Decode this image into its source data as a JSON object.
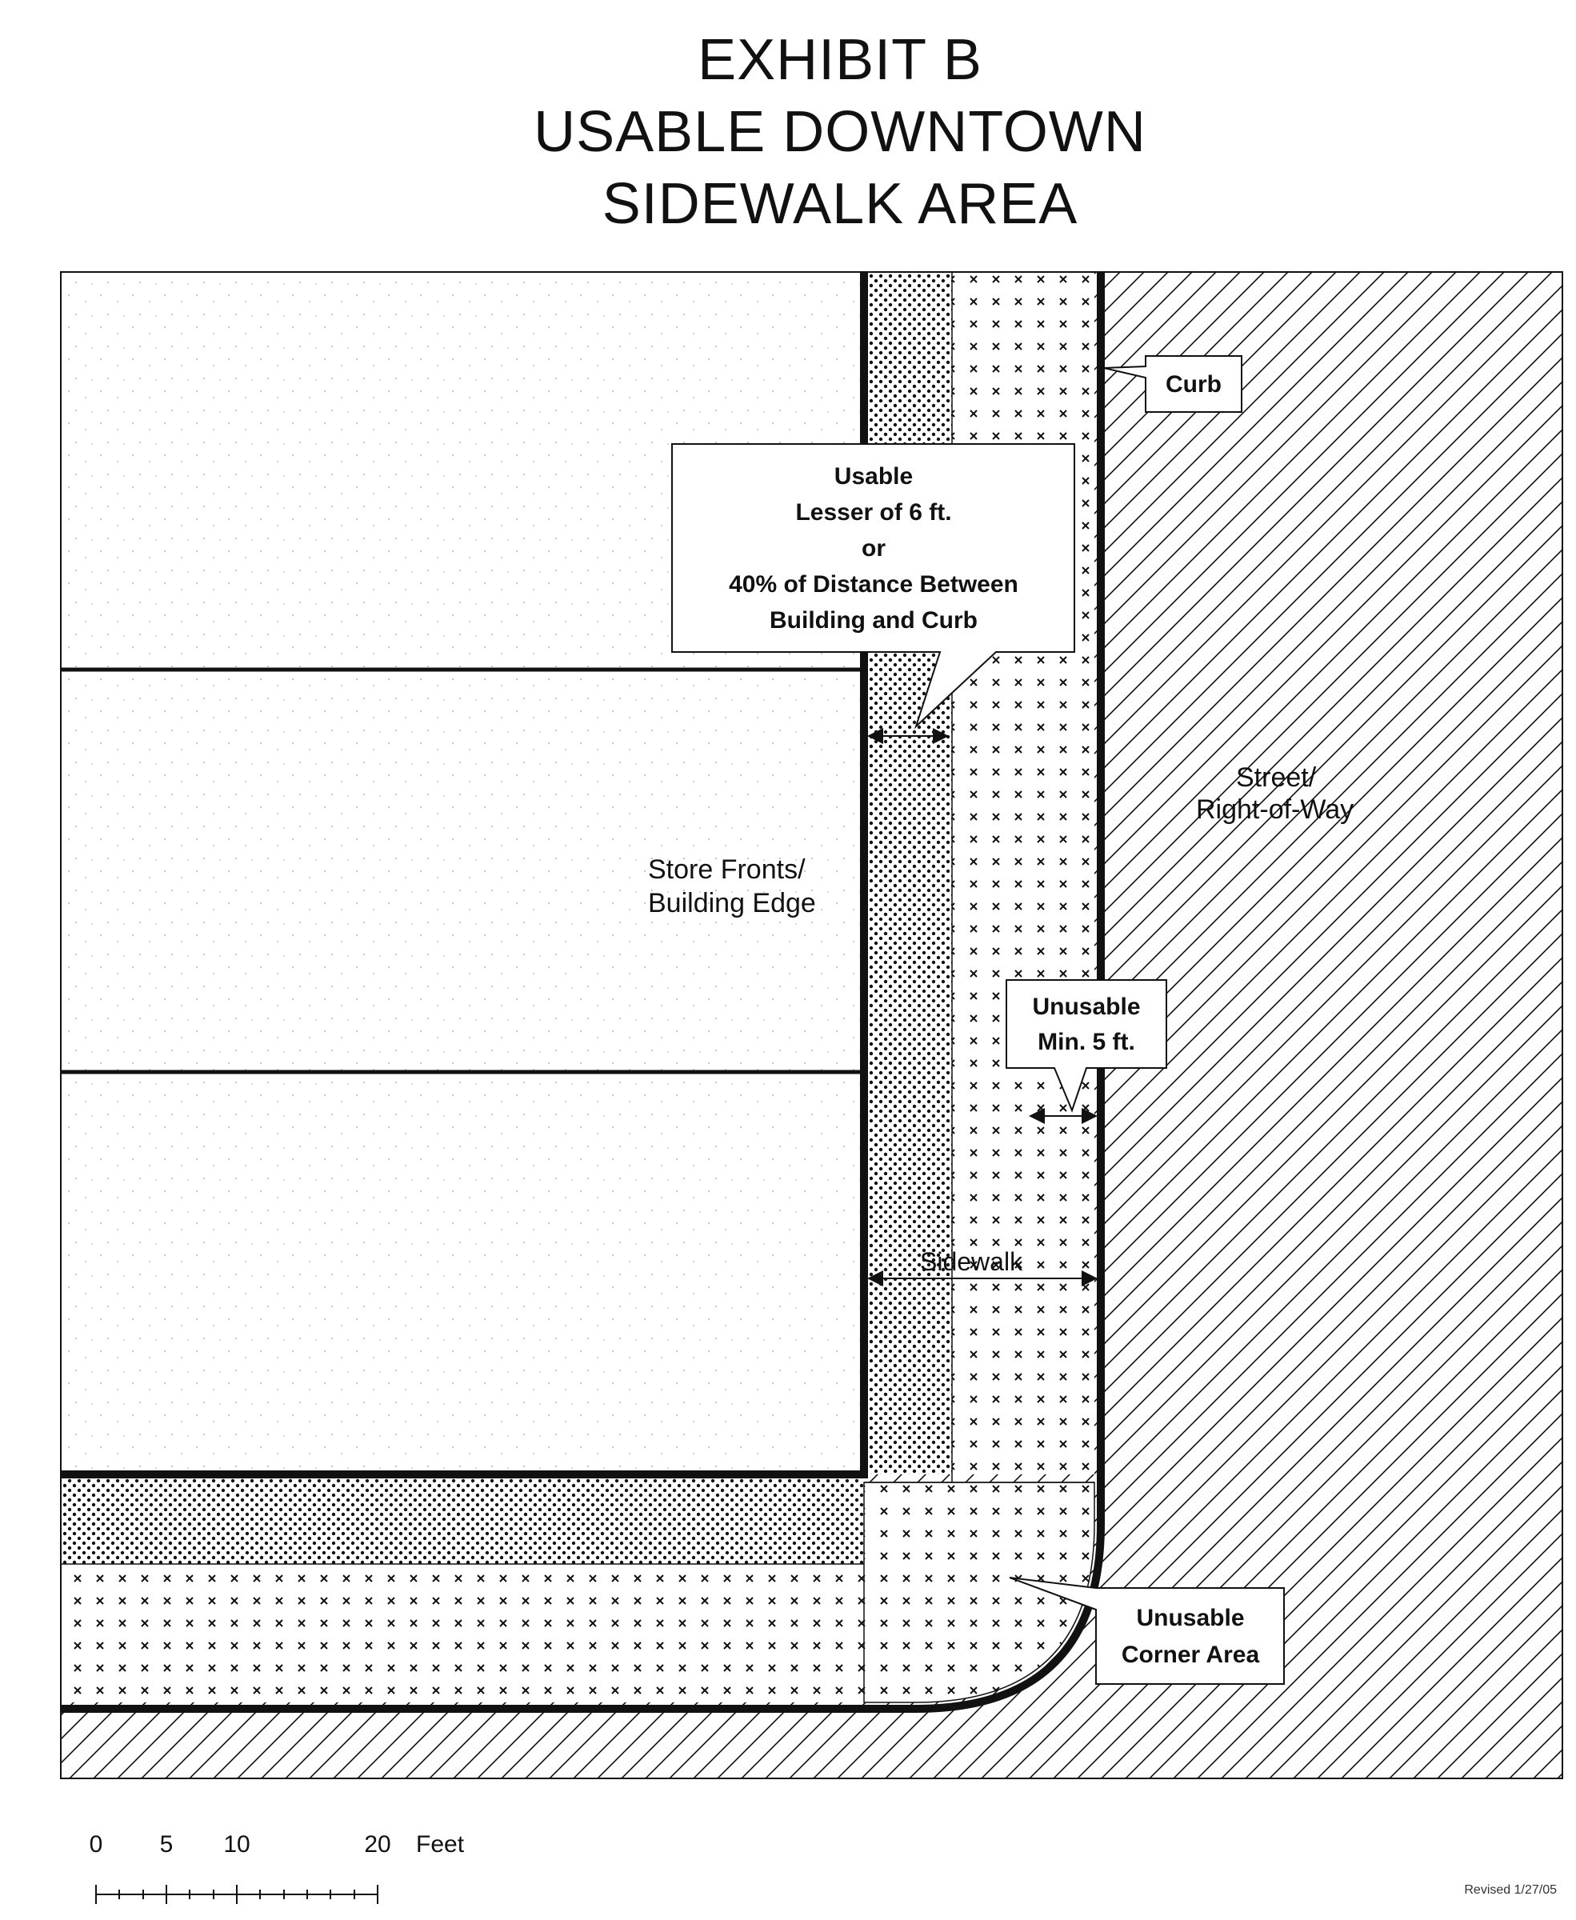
{
  "title": {
    "line1": "EXHIBIT B",
    "line2": "USABLE DOWNTOWN",
    "line3": "SIDEWALK AREA"
  },
  "labels": {
    "store_fronts_1": "Store Fronts/",
    "store_fronts_2": "Building Edge",
    "street_1": "Street/",
    "street_2": "Right-of-Way",
    "sidewalk": "Sidewalk"
  },
  "callouts": {
    "curb": "Curb",
    "usable_1": "Usable",
    "usable_2": "Lesser of 6 ft.",
    "usable_3": "or",
    "usable_4": "40% of Distance Between",
    "usable_5": "Building and Curb",
    "unusable_min_1": "Unusable",
    "unusable_min_2": "Min. 5 ft.",
    "corner_1": "Unusable",
    "corner_2": "Corner Area"
  },
  "scale_bar": {
    "ticks": [
      "0",
      "5",
      "10",
      "20"
    ],
    "unit": "Feet"
  },
  "footer": {
    "revised": "Revised 1/27/05"
  }
}
